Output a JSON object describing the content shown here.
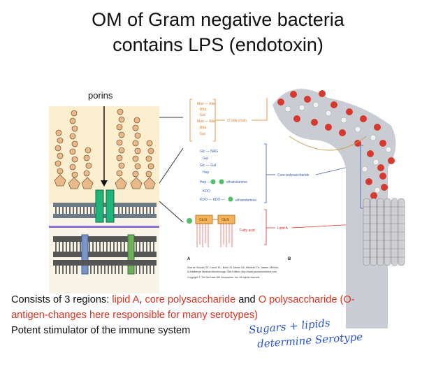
{
  "slide": {
    "title_line1": "OM of Gram negative bacteria",
    "title_line2": "contains LPS (endotoxin)"
  },
  "figure": {
    "porins_label": "porins",
    "o_side_chain": "O side chain",
    "core_poly": "Core polysaccharide",
    "lipid_a": "Lipid A",
    "fatty_acid": "Fatty acid",
    "ethanolamine1": "ethanolamine",
    "ethanolamine2": "ethanolamine",
    "panel_a": "A",
    "panel_b": "B",
    "source_line1": "Source: Brooks GF, Carroll KC, Butel JS, Morse SA, Mietzner TA: Jawetz, Melnick,",
    "source_line2": "& Adelberg's Medical Microbiology, 25th Edition: http://www.accessmedicine.com",
    "source_line3": "Copyright © The McGraw-Hill Companies, Inc. All rights reserved.",
    "colors": {
      "red": "#e0311f",
      "blue": "#3a5fb0",
      "green": "#1fb57a"
    }
  },
  "caption": {
    "part1": "Consists of 3 regions: ",
    "lipid_a": "lipid A",
    "sep1": ", ",
    "core": "core polysaccharide",
    "sep2": " and ",
    "o_poly": "O polysaccharide (O-",
    "o_poly2": "antigen-changes here responsible for many serotypes)",
    "line3": "Potent stimulator of the immune system"
  },
  "handwriting": {
    "line1": "Sugars + lipids",
    "line2": "determine Serotype"
  }
}
